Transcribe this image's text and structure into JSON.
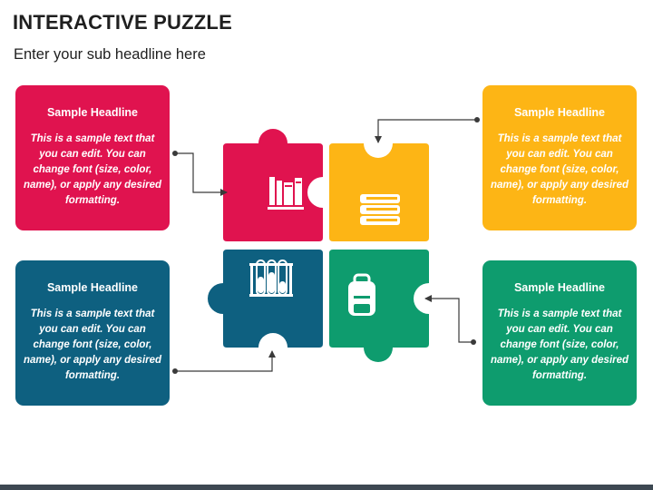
{
  "header": {
    "title": "INTERACTIVE PUZZLE",
    "subtitle": "Enter your sub headline here"
  },
  "colors": {
    "red": "#E0134F",
    "yellow": "#FDB515",
    "teal": "#0E6080",
    "green": "#0E9C6E",
    "connector": "#3a3a3a",
    "bottom_bar": "#3d4852"
  },
  "cards": {
    "top_left": {
      "headline": "Sample Headline",
      "body": "This is a sample text that you can edit. You can change font (size, color, name), or apply any desired formatting.",
      "color": "#E0134F"
    },
    "top_right": {
      "headline": "Sample Headline",
      "body": "This is a sample text that you can edit. You can change font (size, color, name), or apply any desired formatting.",
      "color": "#FDB515"
    },
    "bottom_left": {
      "headline": "Sample Headline",
      "body": "This is a sample text that you can edit. You can change font (size, color, name), or apply any desired formatting.",
      "color": "#0E6080"
    },
    "bottom_right": {
      "headline": "Sample Headline",
      "body": "This is a sample text that you can edit. You can change font (size, color, name), or apply any desired formatting.",
      "color": "#0E9C6E"
    }
  },
  "puzzle": {
    "pieces": [
      {
        "position": "top-left",
        "color": "#E0134F",
        "icon": "books-icon"
      },
      {
        "position": "top-right",
        "color": "#FDB515",
        "icon": "stacked-books-icon"
      },
      {
        "position": "bottom-left",
        "color": "#0E6080",
        "icon": "test-tubes-icon"
      },
      {
        "position": "bottom-right",
        "color": "#0E9C6E",
        "icon": "backpack-icon"
      }
    ]
  }
}
